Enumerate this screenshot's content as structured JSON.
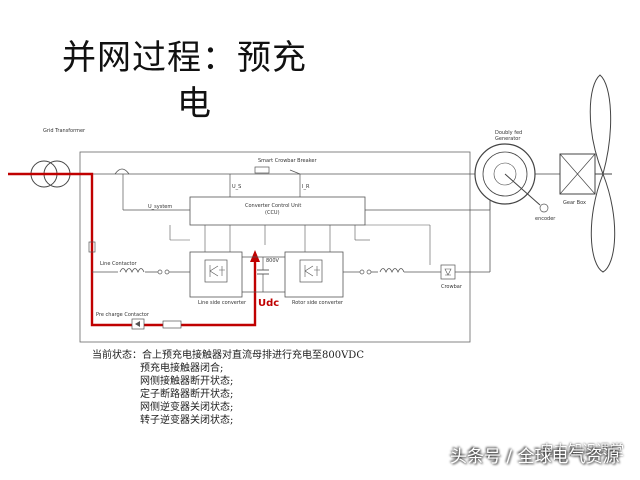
{
  "title": {
    "line1": "并网过程：预充",
    "line2": "电"
  },
  "diagram": {
    "grid_transformer": "Grid Transformer",
    "doubly_fed_generator_1": "Doubly fed",
    "doubly_fed_generator_2": "Generator",
    "encoder": "encoder",
    "gear_box": "Gear Box",
    "smart_crowbar": "Smart Crowbar Breaker",
    "converter_control_unit_1": "Converter Control Unit",
    "converter_control_unit_2": "(CCU)",
    "line_contactor": "Line Contactor",
    "line_side_converter": "Line side converter",
    "rotor_side_converter": "Rotor side converter",
    "precharge_contactor": "Pre charge Contactor",
    "crowbar": "Crowbar",
    "dc_voltage": "800V",
    "udc": "Udc",
    "u_system": "U_system",
    "u_stator": "U_S",
    "i_rotor": "I_R"
  },
  "status": {
    "heading": "当前状态：",
    "lines": [
      "合上预充电接触器对直流母排进行充电至800VDC",
      "预充电接触器闭合;",
      "网侧接触器断开状态;",
      "定子断路器断开状态;",
      "网侧逆变器关闭状态;",
      "转子逆变器关闭状态;"
    ]
  },
  "watermark": {
    "top": "电力知识课堂",
    "bottom": "头条号 / 全球电气资源"
  },
  "colors": {
    "precharge_path": "#c00000",
    "line": "#555555"
  }
}
